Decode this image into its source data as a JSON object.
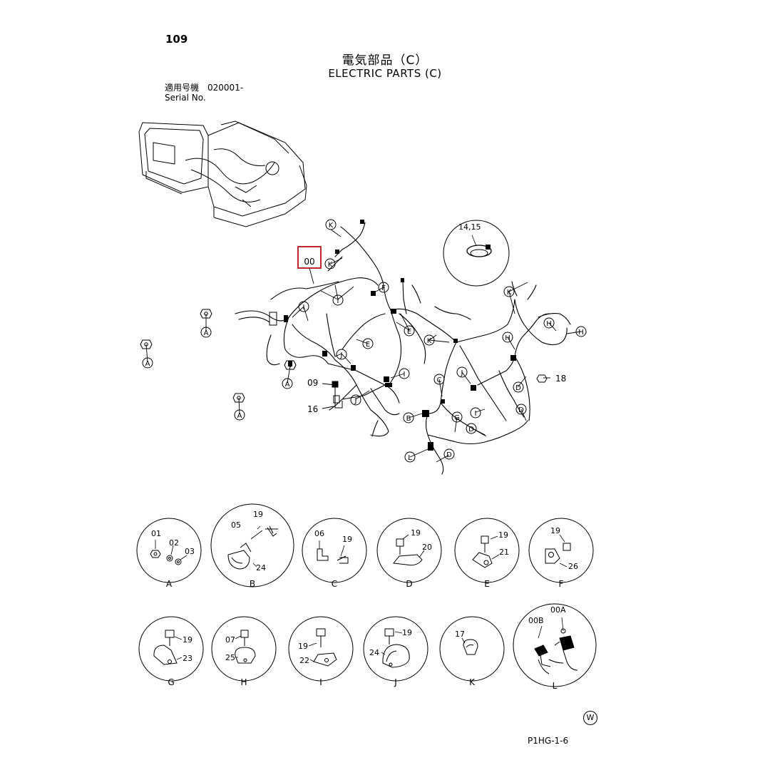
{
  "header": {
    "page_number": "109",
    "title_ja": "電気部品（C）",
    "title_en": "ELECTRIC PARTS (C)",
    "serial_label_ja": "適用号機",
    "serial_value": "020001-",
    "serial_label_en": "Serial No."
  },
  "main_callouts": {
    "highlighted_part": "00",
    "parts": [
      "09",
      "16",
      "18",
      "14,15"
    ]
  },
  "refs": {
    "A": "A",
    "B": "B",
    "C": "C",
    "D": "D",
    "E": "E",
    "F": "F",
    "G": "G",
    "H": "H",
    "I": "I",
    "J": "J",
    "K": "K",
    "L": "L"
  },
  "details": [
    {
      "letter": "A",
      "parts": [
        "01",
        "02",
        "03"
      ]
    },
    {
      "letter": "B",
      "parts": [
        "19",
        "05",
        "24"
      ]
    },
    {
      "letter": "C",
      "parts": [
        "06",
        "19"
      ]
    },
    {
      "letter": "D",
      "parts": [
        "19",
        "20"
      ]
    },
    {
      "letter": "E",
      "parts": [
        "19",
        "21"
      ]
    },
    {
      "letter": "F",
      "parts": [
        "19",
        "26"
      ]
    },
    {
      "letter": "G",
      "parts": [
        "19",
        "23"
      ]
    },
    {
      "letter": "H",
      "parts": [
        "07",
        "25"
      ]
    },
    {
      "letter": "I",
      "parts": [
        "19",
        "22"
      ]
    },
    {
      "letter": "J",
      "parts": [
        "19",
        "24"
      ]
    },
    {
      "letter": "K",
      "parts": [
        "17"
      ]
    },
    {
      "letter": "L",
      "parts": [
        "00B",
        "00A"
      ]
    }
  ],
  "footer": {
    "maker_mark": "W",
    "doc_code": "P1HG-1-6"
  },
  "colors": {
    "highlight": "#c0282d",
    "line": "#000000"
  }
}
